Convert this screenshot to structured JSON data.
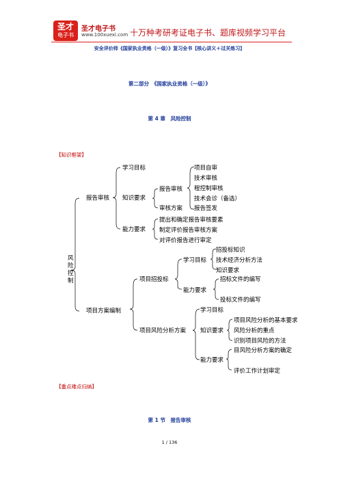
{
  "header": {
    "logo_top": "圣才",
    "logo_bottom": "电子书",
    "brand": "圣才电子书",
    "site": "www.100xuexi.com",
    "slogan": "十万种考研考证电子书、题库视频学习平台"
  },
  "subtitle": "安全评价师《国家执业资格（一级）》复习全书【核心讲义＋过关练习】",
  "part_title": "第二部分　《国家执业资格（一级）》",
  "chapter_title": "第 4 章　风险控制",
  "section_knowledge": "【知识框架】",
  "section_key": "【重点难点归纳】",
  "section_title": "第 1 节　报告审核",
  "footer": "1 / 136",
  "tree": {
    "root": "风险控制",
    "l1_report": "报告审核",
    "l1_plan": "项目方案编制",
    "learning_goal": "学习目标",
    "knowledge_req": "知识要求",
    "ability_req": "能力要求",
    "report_review": "报告审核",
    "review_plan": "审核方案",
    "items_right": [
      "项目自审",
      "技术审核",
      "程控制审核",
      "技术会诊（备选）",
      "报告签发"
    ],
    "ability_items": [
      "提出和确定报告审核要素",
      "制定评价报告审核方案",
      "对评价报告进行审定"
    ],
    "bidding": "项目招投标",
    "bid_goal": "学习目标",
    "bid_goal_items": [
      "招投标知识",
      "技术经济分析方法",
      "知识要求"
    ],
    "bid_ability": "能力要求",
    "bid_ability_items": [
      "招标文件的编写",
      "投标文件的编写"
    ],
    "risk_plan": "项目风险分析方案",
    "risk_goal": "学习目标",
    "risk_knowledge": "知识要求",
    "risk_knowledge_items": [
      "项目风险分析的基本要求",
      "风险分析的重点",
      "识别项目风险的方法"
    ],
    "risk_ability": "能力要求",
    "risk_ability_items": [
      "目风险分析方案的确定",
      "评价工作计划审定"
    ]
  }
}
